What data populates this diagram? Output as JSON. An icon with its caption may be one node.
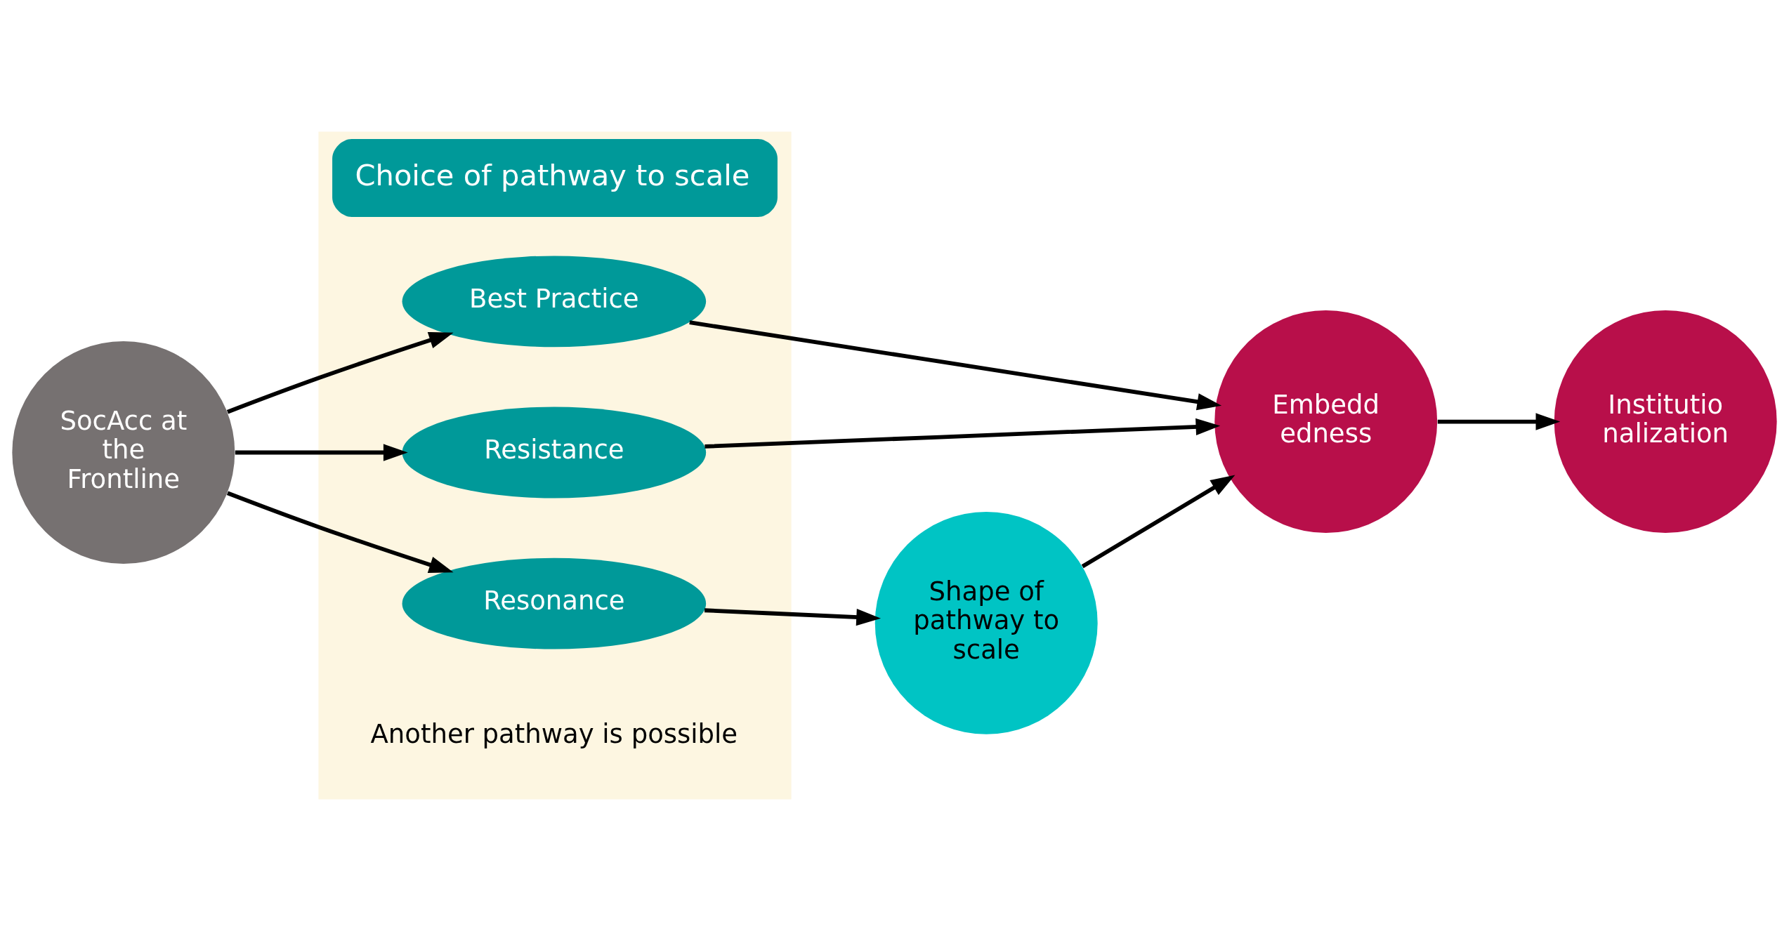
{
  "diagram": {
    "nodes": [
      {
        "text": [
          "Choice of pathway to scale"
        ]
      },
      {
        "text": [
          "SocAcc at the Frontline"
        ]
      },
      {
        "text": [
          "Best Practice"
        ],
        "in": 0
      },
      {
        "text": [
          "Resistance"
        ],
        "in": 0
      },
      {
        "text": [
          "Resonance"
        ],
        "in": 0
      },
      {
        "text": [
          "Shape of pathway to scale"
        ]
      },
      {
        "text": [
          "Embedd edness"
        ]
      },
      {
        "text": [
          "Institutio nalization"
        ]
      }
    ],
    "edges": [
      {
        "from": 1,
        "to": 2,
        "arrow": "to"
      },
      {
        "from": 1,
        "to": 3,
        "arrow": "to"
      },
      {
        "from": 1,
        "to": 4,
        "arrow": "to"
      },
      {
        "from": 2,
        "to": 6,
        "arrow": "to"
      },
      {
        "from": 3,
        "to": 6,
        "arrow": "to"
      },
      {
        "from": 4,
        "to": 5,
        "arrow": "to"
      },
      {
        "from": 5,
        "to": 6,
        "arrow": "to"
      },
      {
        "from": 6,
        "to": 7,
        "arrow": "to"
      }
    ],
    "labels": [
      "Another pathway is possible"
    ]
  }
}
